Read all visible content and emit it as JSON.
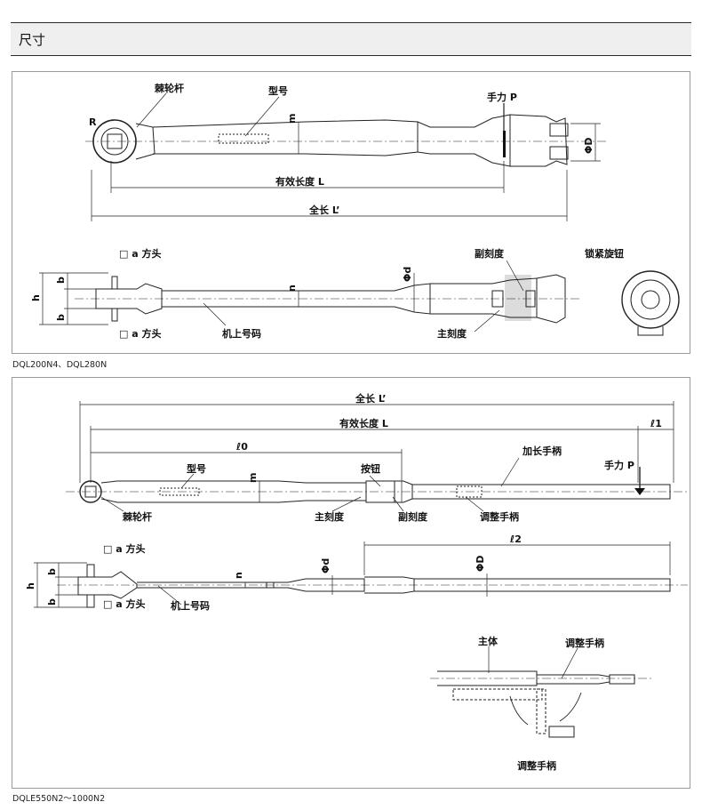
{
  "header": {
    "title": "尺寸"
  },
  "diagram1": {
    "caption": "DQL200N4、DQL280N",
    "labels": {
      "ratchet": "棘轮杆",
      "model": "型号",
      "hand_force": "手力 P",
      "R": "R",
      "m": "m",
      "phiD": "ΦD",
      "effective_length": "有效长度 L",
      "total_length": "全长 L’",
      "square_a_top": "□ a  方头",
      "square_a_bottom": "□ a  方头",
      "b_top": "b",
      "b_bottom": "b",
      "h": "h",
      "n": "n",
      "phid": "Φd",
      "vernier": "副刻度",
      "lock_knob": "锁紧旋钮",
      "main_scale": "主刻度",
      "serial": "机上号码"
    }
  },
  "diagram2": {
    "caption": "DQLE550N2～1000N2",
    "labels": {
      "total_length": "全长 L’",
      "effective_length": "有效长度 L",
      "l1": "ℓ1",
      "l0": "ℓ0",
      "extension": "加长手柄",
      "model": "型号",
      "button": "按钮",
      "m": "m",
      "hand_force": "手力 P",
      "ratchet": "棘轮杆",
      "main_scale": "主刻度",
      "vernier": "副刻度",
      "adjust_handle": "调整手柄",
      "l2": "ℓ2",
      "square_a_top": "□ a  方头",
      "square_a_bottom": "□ a  方头",
      "b_top": "b",
      "b_bottom": "b",
      "h": "h",
      "n": "n",
      "phid": "Φd",
      "phiD": "ΦD",
      "serial": "机上号码",
      "body": "主体",
      "adjust_handle_top": "调整手柄",
      "adjust_handle_bottom": "调整手柄"
    }
  }
}
